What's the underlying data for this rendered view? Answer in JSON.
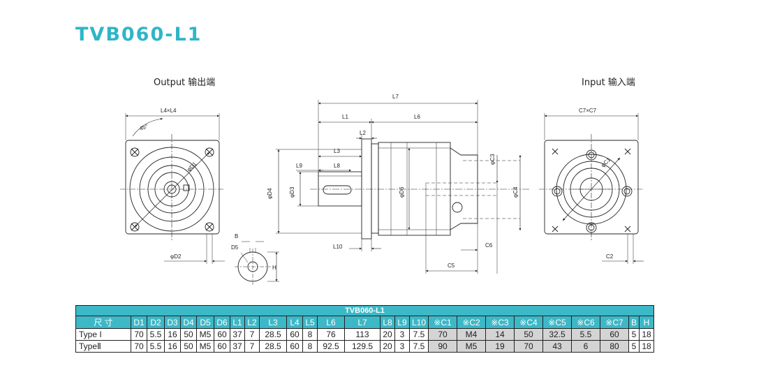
{
  "title": "TVB060-L1",
  "views": {
    "output_label": "Output  输出端",
    "input_label": "Input  输入端"
  },
  "dims": {
    "l4xl4": "L4×L4",
    "c7xc7": "C7×C7",
    "angle": "45°",
    "d1": "φD1",
    "d2": "φD2",
    "d3": "φD3",
    "d4": "φD4",
    "d6": "φD6",
    "c1": "φC1",
    "c3": "φC3",
    "c4": "φC4",
    "l1": "L1",
    "l2": "L2",
    "l3": "L3",
    "l6": "L6",
    "l7": "L7",
    "l8": "L8",
    "l9": "L9",
    "l10": "L10",
    "c2": "C2",
    "c5": "C5",
    "c6": "C6",
    "b": "B",
    "d5": "D5",
    "h": "H"
  },
  "table": {
    "caption": "TVB060-L1",
    "headers": [
      "尺 寸",
      "D1",
      "D2",
      "D3",
      "D4",
      "D5",
      "D6",
      "L1",
      "L2",
      "L3",
      "L4",
      "L5",
      "L6",
      "L7",
      "L8",
      "L9",
      "L10",
      "※C1",
      "※C2",
      "※C3",
      "※C4",
      "※C5",
      "※C6",
      "※C7",
      "B",
      "H"
    ],
    "rows": [
      [
        "Type I",
        "70",
        "5.5",
        "16",
        "50",
        "M5",
        "60",
        "37",
        "7",
        "28.5",
        "60",
        "8",
        "76",
        "113",
        "20",
        "3",
        "7.5",
        "70",
        "M4",
        "14",
        "50",
        "32.5",
        "5.5",
        "60",
        "5",
        "18"
      ],
      [
        "TypeⅡ",
        "70",
        "5.5",
        "16",
        "50",
        "M5",
        "60",
        "37",
        "7",
        "28.5",
        "60",
        "8",
        "92.5",
        "129.5",
        "20",
        "3",
        "7.5",
        "90",
        "M5",
        "19",
        "70",
        "43",
        "6",
        "80",
        "5",
        "18"
      ]
    ],
    "gray_columns": [
      17,
      18,
      19,
      20,
      21,
      22,
      23
    ]
  }
}
